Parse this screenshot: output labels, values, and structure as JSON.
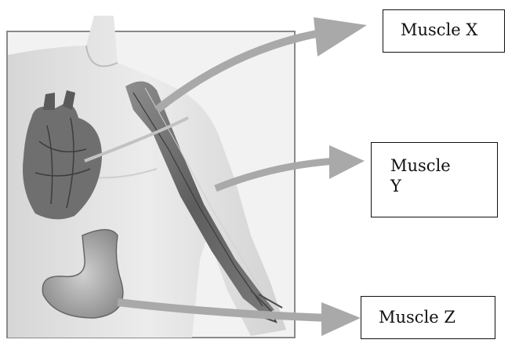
{
  "labels": {
    "x": "Muscle X",
    "y": "Muscle Y",
    "z": "Muscle Z"
  },
  "colors": {
    "skin": "#e4e4e4",
    "skin_shadow": "#c9c9c9",
    "arrow": "#a9a9a9",
    "organ_dark": "#555555",
    "frame": "#8a8a8a"
  }
}
